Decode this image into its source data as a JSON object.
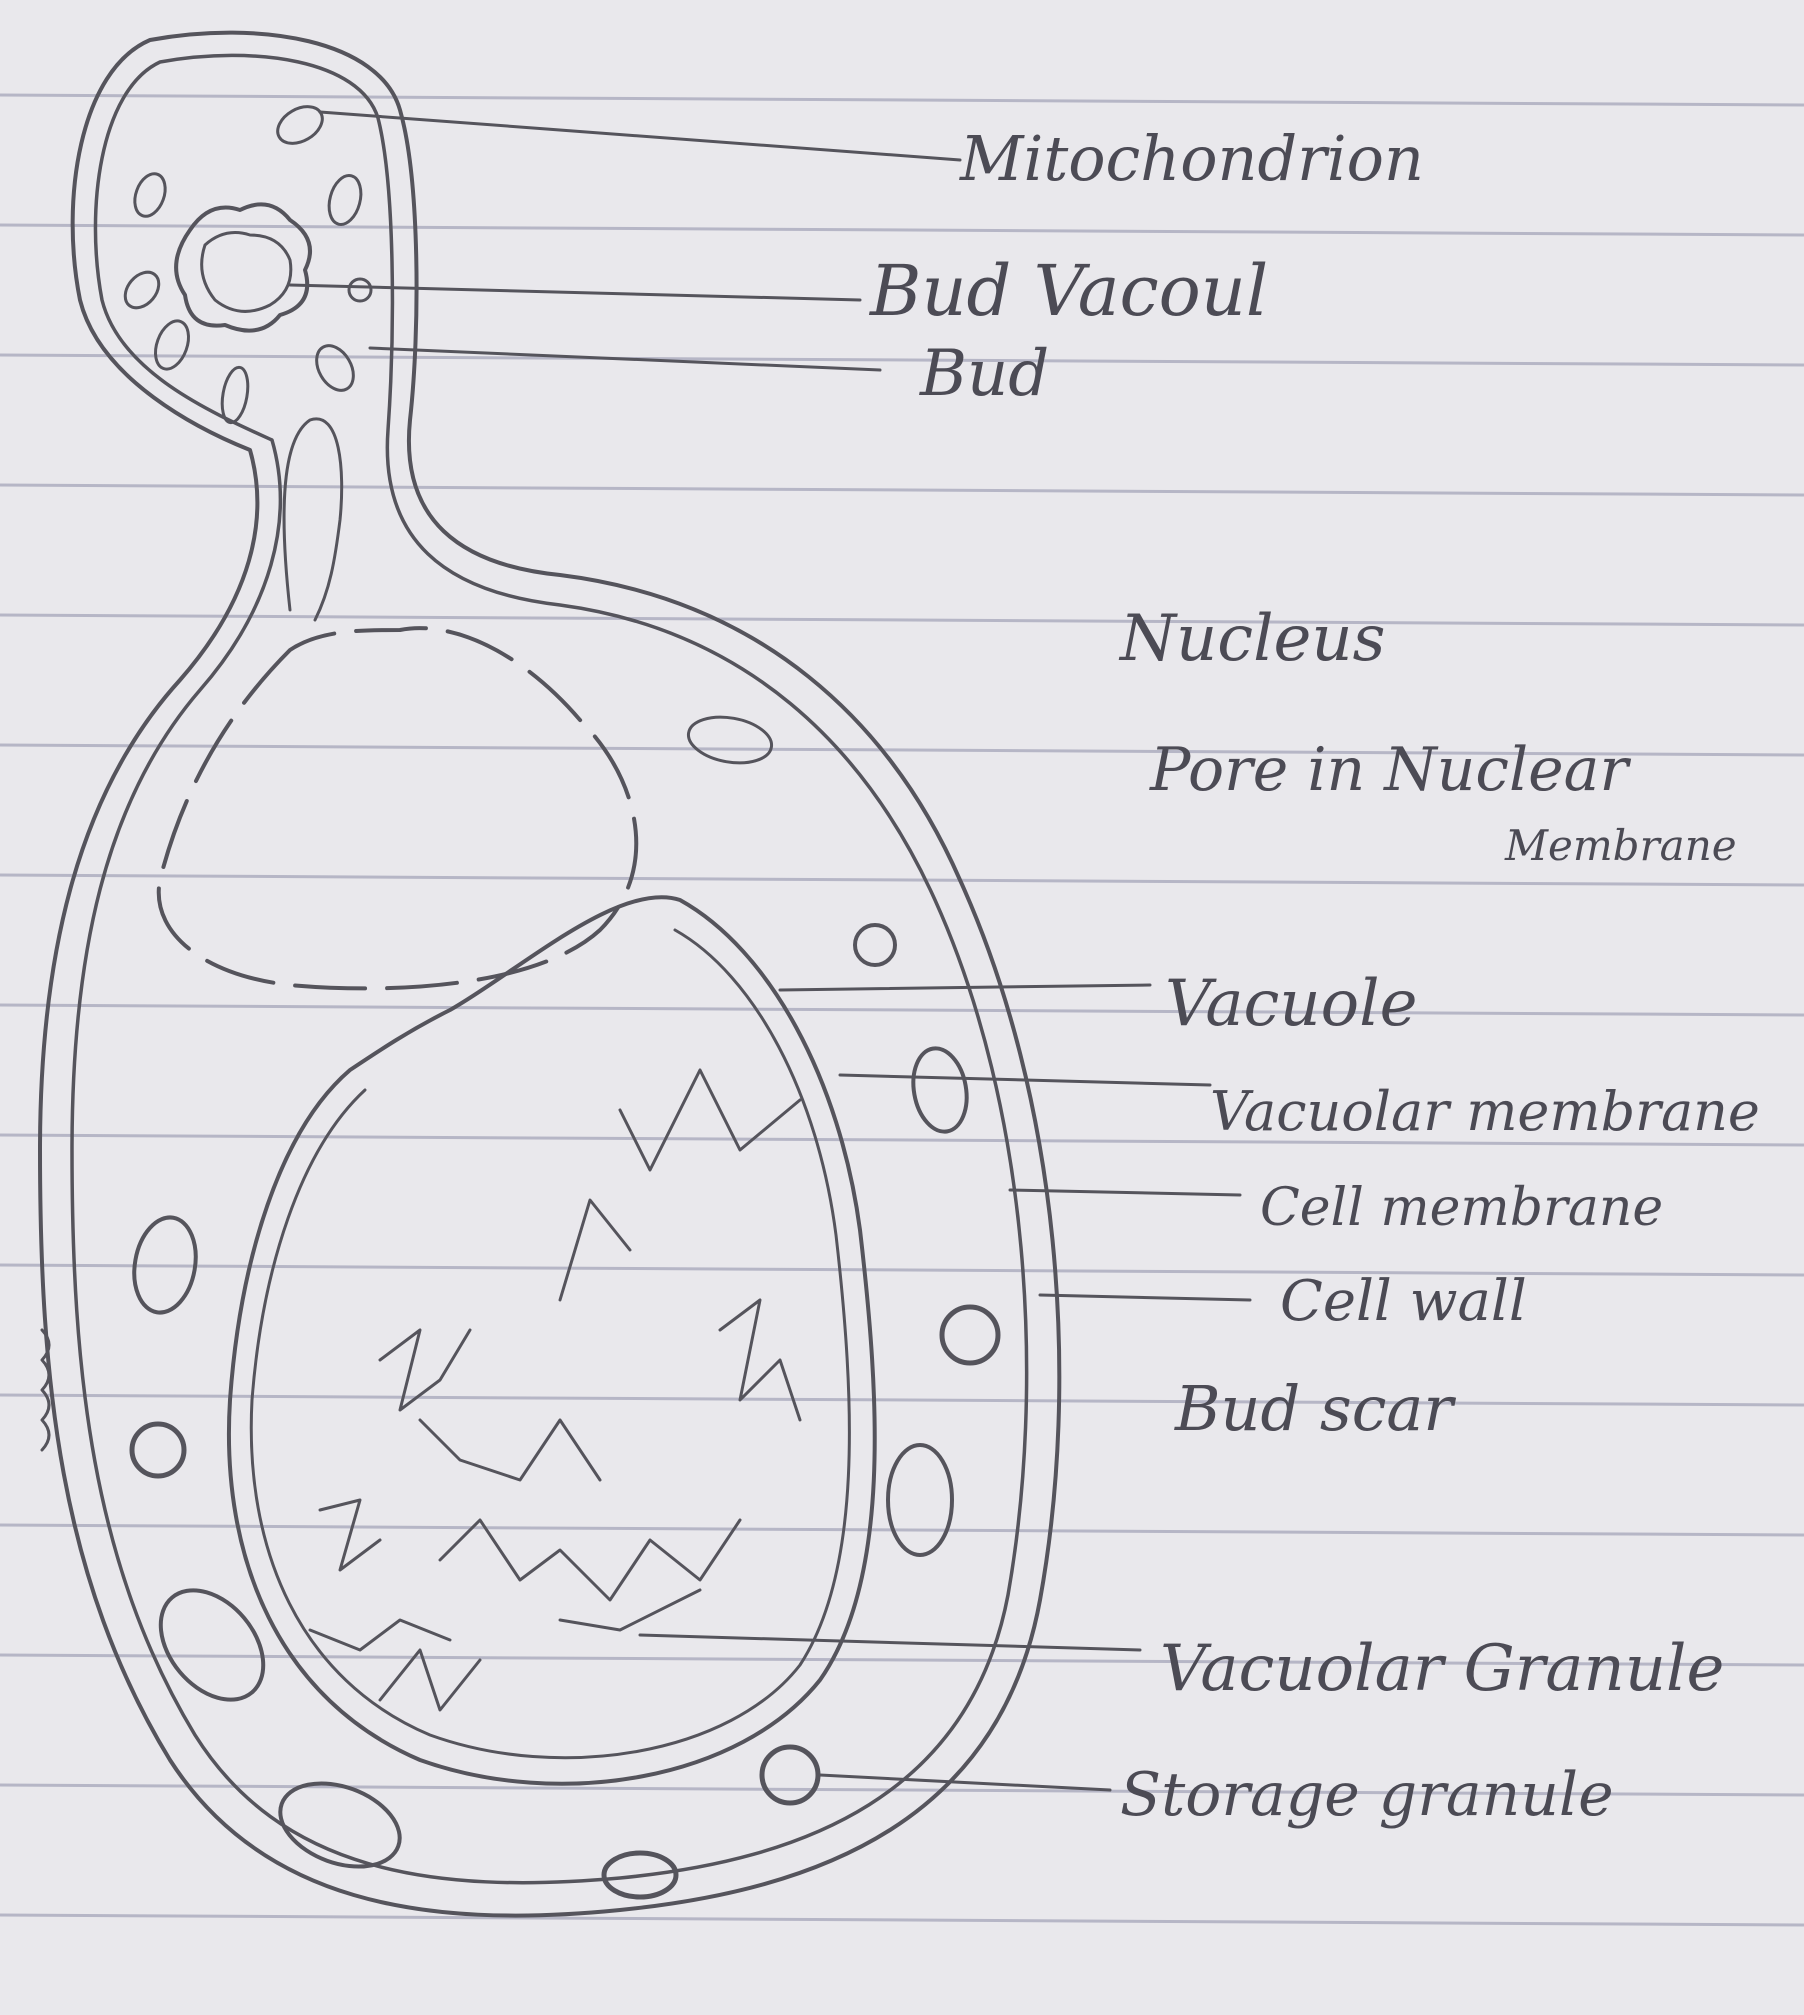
{
  "labels": {
    "mitochondrion": "Mitochondrion",
    "bud_vacoul": "Bud Vacoul",
    "bud": "Bud",
    "nucleus": "Nucleus",
    "pore_nuclear": "Pore in Nuclear",
    "pore_membrane": "Membrane",
    "vacuole": "Vacuole",
    "vacuolar_membrane": "Vacuolar membrane",
    "cell_membrane": "Cell membrane",
    "cell_wall": "Cell wall",
    "bud_scar": "Bud scar",
    "vacuolar_granule": "Vacuolar Granule",
    "storage_granule": "Storage granule"
  },
  "colors": {
    "paper": "#e9e8ec",
    "rule_line": "#b6b6c6",
    "pencil": "#55545c"
  }
}
